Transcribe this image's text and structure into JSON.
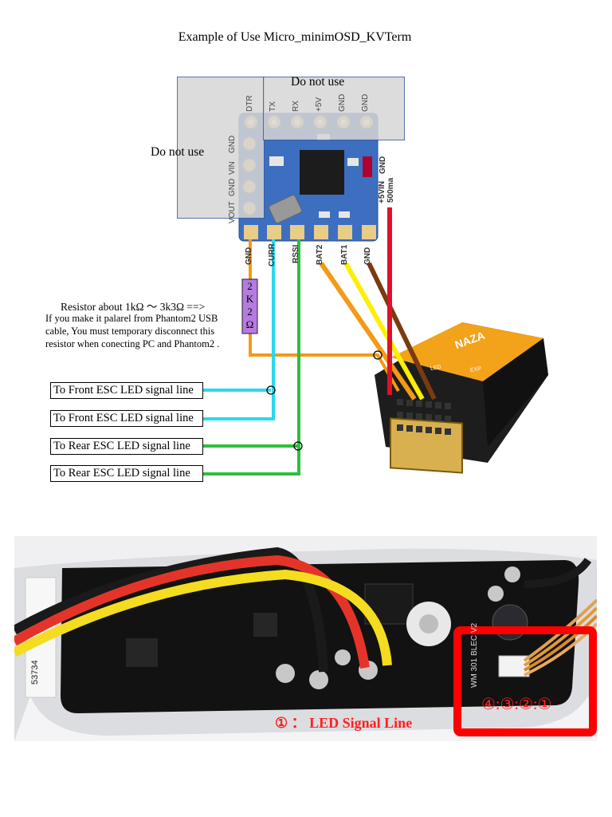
{
  "title": "Example of Use Micro_minimOSD_KVTerm",
  "notes": {
    "do_not_use_top": "Do not use",
    "do_not_use_left": "Do not use"
  },
  "osd_top_pins": [
    "DTR",
    "TX",
    "RX",
    "+5V",
    "GND",
    "GND"
  ],
  "osd_left_pins": [
    "GND",
    "VIN",
    "GND",
    "VOUT"
  ],
  "osd_right_pins": [
    "GND",
    "+5VIN",
    "500ma"
  ],
  "osd_bottom_pins": [
    "GND",
    "CURR",
    "RSSI",
    "BAT2",
    "BAT1",
    "GND"
  ],
  "resistor": {
    "label": "Resistor about 1kΩ ～ 3k3Ω  ==>",
    "chars": [
      "2",
      "K",
      "2",
      "Ω"
    ],
    "note_lines": [
      "If you make it palarel from  Phantom2 USB",
      "cable, You must temporary disconnect this",
      "resistor when conecting PC and Phantom2 ."
    ]
  },
  "signal_lines": [
    "To Front ESC LED signal line",
    "To Front ESC LED signal line",
    "To Rear  ESC LED signal line",
    "To Rear  ESC LED signal line"
  ],
  "naza": {
    "brand": "NAZA",
    "port_led": "LED",
    "port_exp": "EXP"
  },
  "photo": {
    "board_label": "WM 301 BLEC V2",
    "esc_code": "53734",
    "pin_order": "④:③:②:①",
    "led_signal_line": "① ： LED Signal Line"
  },
  "colors": {
    "orange": "#f39a16",
    "cyan": "#2ad8ee",
    "green": "#2cc13c",
    "yellow": "#ffee00",
    "brown": "#7a3b10",
    "red": "#e0102a",
    "naza_yellow": "#f2a31a",
    "pcb_blue": "#3c6fc0",
    "resistor_purple": "#b57be0",
    "highlight_red": "#ff0000"
  }
}
